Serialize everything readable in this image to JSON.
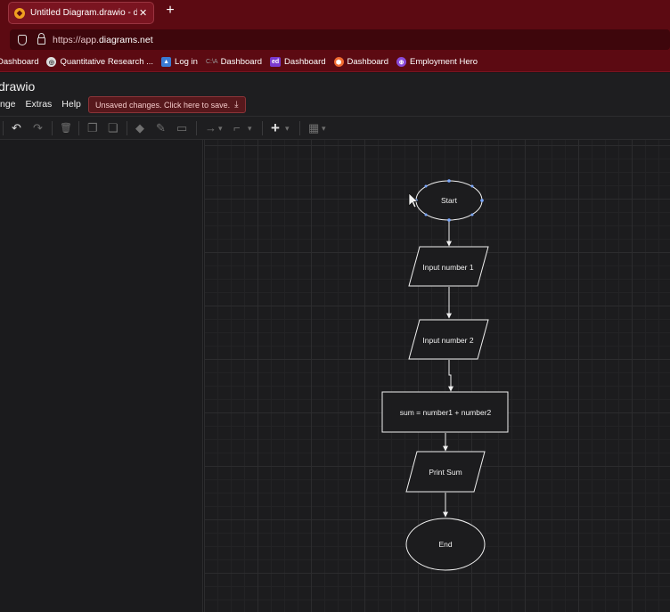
{
  "browser": {
    "tab_title": "Untitled Diagram.drawio - draw.io",
    "tab_close": "✕",
    "new_tab": "+",
    "url_prefix": "https://app.",
    "url_domain": "diagrams.net",
    "bookmarks": [
      {
        "label": "Dashboard",
        "icon": "none",
        "color": ""
      },
      {
        "label": "Quantitative Research ...",
        "icon": "globe-icon",
        "color": "#dddddd"
      },
      {
        "label": "Log in",
        "icon": "login-icon",
        "color": "#3a7bd5"
      },
      {
        "label": "Dashboard",
        "icon": "canvas-icon",
        "color": "#888888",
        "prefix": "C:\\A"
      },
      {
        "label": "Dashboard",
        "icon": "ed-icon",
        "color": "#7a3ad0",
        "prefix": "ed"
      },
      {
        "label": "Dashboard",
        "icon": "hexagon-icon",
        "color": "#f06a30"
      },
      {
        "label": "Employment Hero",
        "icon": "eh-icon",
        "color": "#8a4ad8"
      }
    ]
  },
  "app": {
    "title": "drawio",
    "menu": [
      "nge",
      "Extras",
      "Help"
    ],
    "unsaved_notice": "Unsaved changes. Click here to save.",
    "download_glyph": "⤓"
  },
  "toolbar": {
    "undo": "↶",
    "redo": "↷",
    "delete": "🗑",
    "to_front": "❐",
    "to_back": "❏",
    "fill": "◆",
    "line": "✎",
    "shadow": "▭",
    "connection": "→",
    "waypoints": "⌐",
    "insert": "+",
    "table": "▦",
    "dropdown": "▾"
  },
  "diagram": {
    "nodes": [
      {
        "id": "start",
        "shape": "ellipse",
        "label": "Start",
        "selected": true
      },
      {
        "id": "input1",
        "shape": "parallelogram",
        "label": "Input number 1"
      },
      {
        "id": "input2",
        "shape": "parallelogram",
        "label": "Input number 2"
      },
      {
        "id": "process",
        "shape": "rectangle",
        "label": "sum = number1 + number2"
      },
      {
        "id": "print",
        "shape": "parallelogram",
        "label": "Print Sum"
      },
      {
        "id": "end",
        "shape": "ellipse",
        "label": "End"
      }
    ],
    "edges": [
      {
        "from": "start",
        "to": "input1"
      },
      {
        "from": "input1",
        "to": "input2"
      },
      {
        "from": "input2",
        "to": "process"
      },
      {
        "from": "process",
        "to": "print"
      },
      {
        "from": "print",
        "to": "end"
      }
    ],
    "colors": {
      "stroke": "#f0f0f0",
      "selection": "#7aa7ff",
      "canvas": "#1c1c1e"
    }
  }
}
